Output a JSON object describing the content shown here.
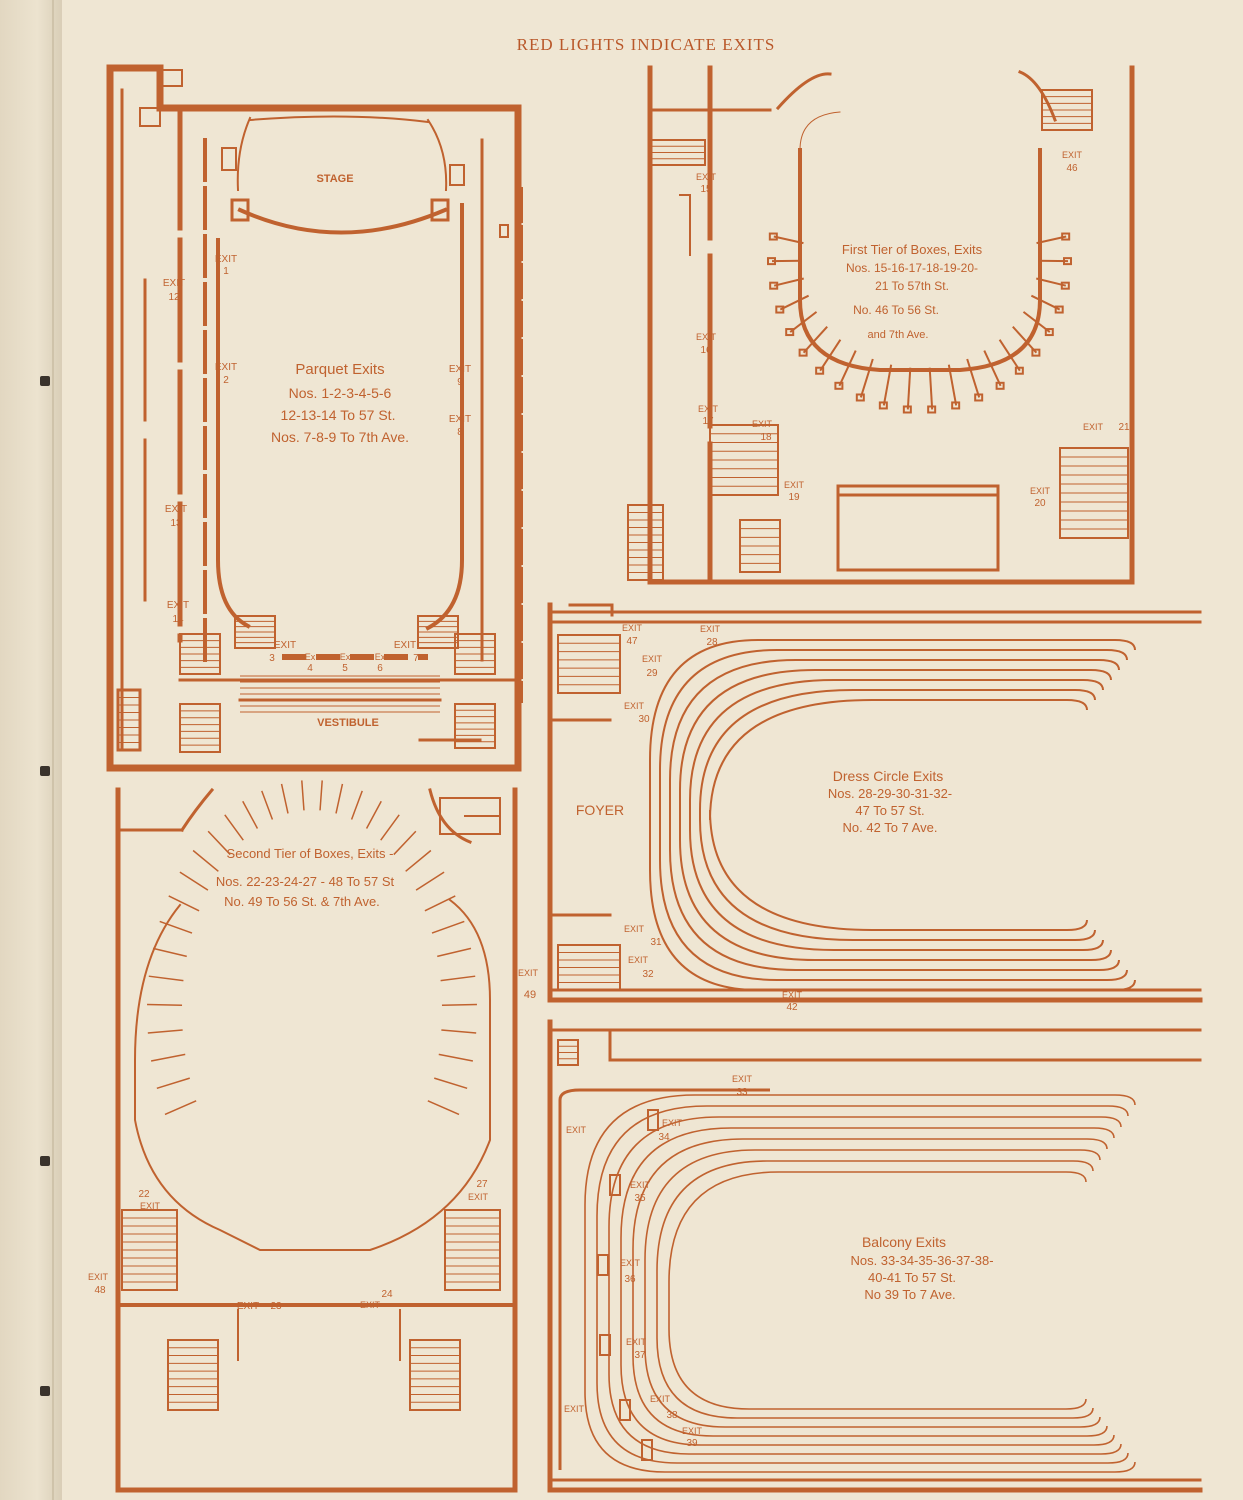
{
  "header": "RED LIGHTS INDICATE EXITS",
  "colors": {
    "ink": "#c0622f",
    "paper": "#efe6d3"
  },
  "parquet": {
    "stage": "STAGE",
    "vestibule": "VESTIBULE",
    "title": "Parquet Exits",
    "line1": "Nos. 1-2-3-4-5-6",
    "line2": "12-13-14 To 57 St.",
    "line3": "Nos. 7-8-9 To 7th Ave.",
    "exit_word": "EXIT",
    "ex_word": "Ex",
    "exits": [
      "1",
      "2",
      "3",
      "4",
      "5",
      "6",
      "7",
      "8",
      "9",
      "12",
      "13",
      "14"
    ]
  },
  "first_tier": {
    "line1": "First Tier of Boxes, Exits",
    "line2": "Nos. 15-16-17-18-19-20-",
    "line3": "21 To 57th St.",
    "line4": "No. 46 To 56 St.",
    "line5": "and 7th Ave.",
    "exit_word": "EXIT",
    "exits": [
      "15",
      "16",
      "17",
      "18",
      "19",
      "20",
      "21",
      "46"
    ]
  },
  "second_tier": {
    "line1": "Second Tier of Boxes, Exits -",
    "line2": "Nos. 22-23-24-27 - 48 To 57 St",
    "line3": "No. 49 To 56 St. & 7th Ave.",
    "exit_word": "EXIT",
    "exits": [
      "22",
      "23",
      "24",
      "27",
      "48",
      "49"
    ]
  },
  "dress_circle": {
    "line1": "Dress Circle Exits",
    "line2": "Nos. 28-29-30-31-32-",
    "line3": "47 To 57 St.",
    "line4": "No. 42 To 7 Ave.",
    "foyer": "FOYER",
    "exit_word": "EXIT",
    "exits": [
      "28",
      "29",
      "30",
      "31",
      "32",
      "42",
      "47"
    ]
  },
  "balcony": {
    "line1": "Balcony Exits",
    "line2": "Nos. 33-34-35-36-37-38-",
    "line3": "40-41 To 57 St.",
    "line4": "No 39 To 7 Ave.",
    "exit_word": "EXIT",
    "exits": [
      "33",
      "34",
      "35",
      "36",
      "37",
      "38",
      "39"
    ]
  }
}
